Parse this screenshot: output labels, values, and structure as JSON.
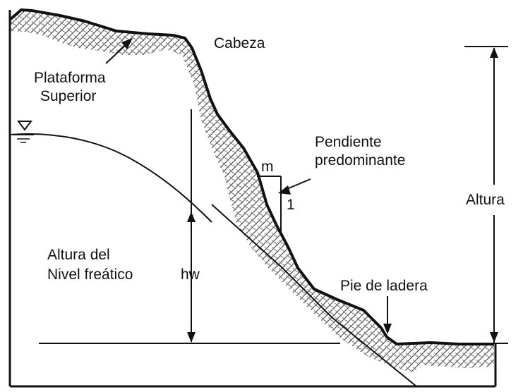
{
  "labels": {
    "head": "Cabeza",
    "upper_platform_line1": "Plataforma",
    "upper_platform_line2": "Superior",
    "dominant_slope_line1": "Pendiente",
    "dominant_slope_line2": "predominante",
    "slope_run": "m",
    "slope_rise": "1",
    "height": "Altura",
    "water_table_height_line1": "Altura del",
    "water_table_height_line2": "Nivel freático",
    "hw": "hw",
    "toe": "Pie de ladera"
  },
  "colors": {
    "line": "#111111",
    "hatch": "#555555",
    "background": "#ffffff"
  },
  "icons": {
    "water_table": "water-table-triangle-icon"
  }
}
